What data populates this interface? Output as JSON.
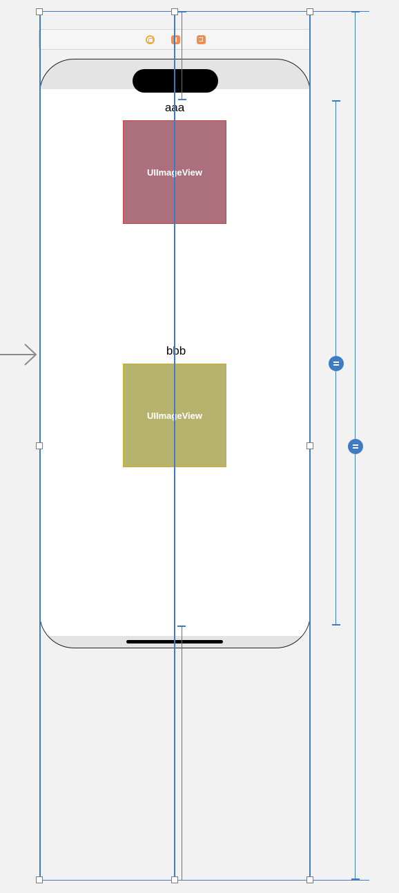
{
  "scene": {
    "dock_icons": [
      "view-controller-icon",
      "first-responder-icon",
      "exit-icon"
    ],
    "labels": [
      "aaa",
      "bbb"
    ],
    "image_views": [
      {
        "text": "UIImageView",
        "fill": "#ab6f7d",
        "border": "#c7443e"
      },
      {
        "text": "UIImageView",
        "fill": "#b5b36d",
        "border": "#cfab2c"
      }
    ]
  },
  "colors": {
    "constraint": "#3e7bc2",
    "canvas": "#f2f2f2",
    "entry_arrow": "#8a8a8a"
  }
}
